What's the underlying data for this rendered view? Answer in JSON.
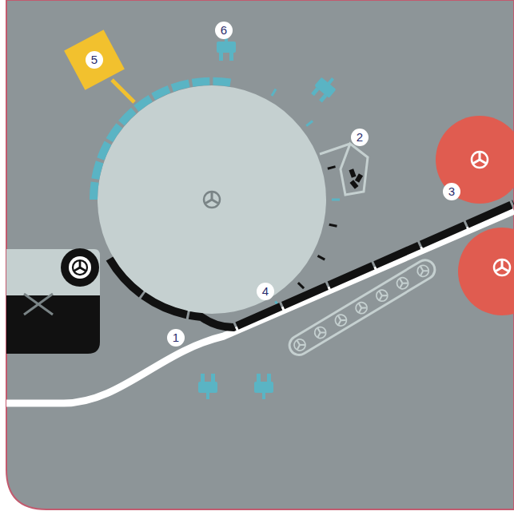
{
  "diagram": {
    "labels": [
      "6",
      "5",
      "2",
      "3",
      "4",
      "1"
    ]
  }
}
